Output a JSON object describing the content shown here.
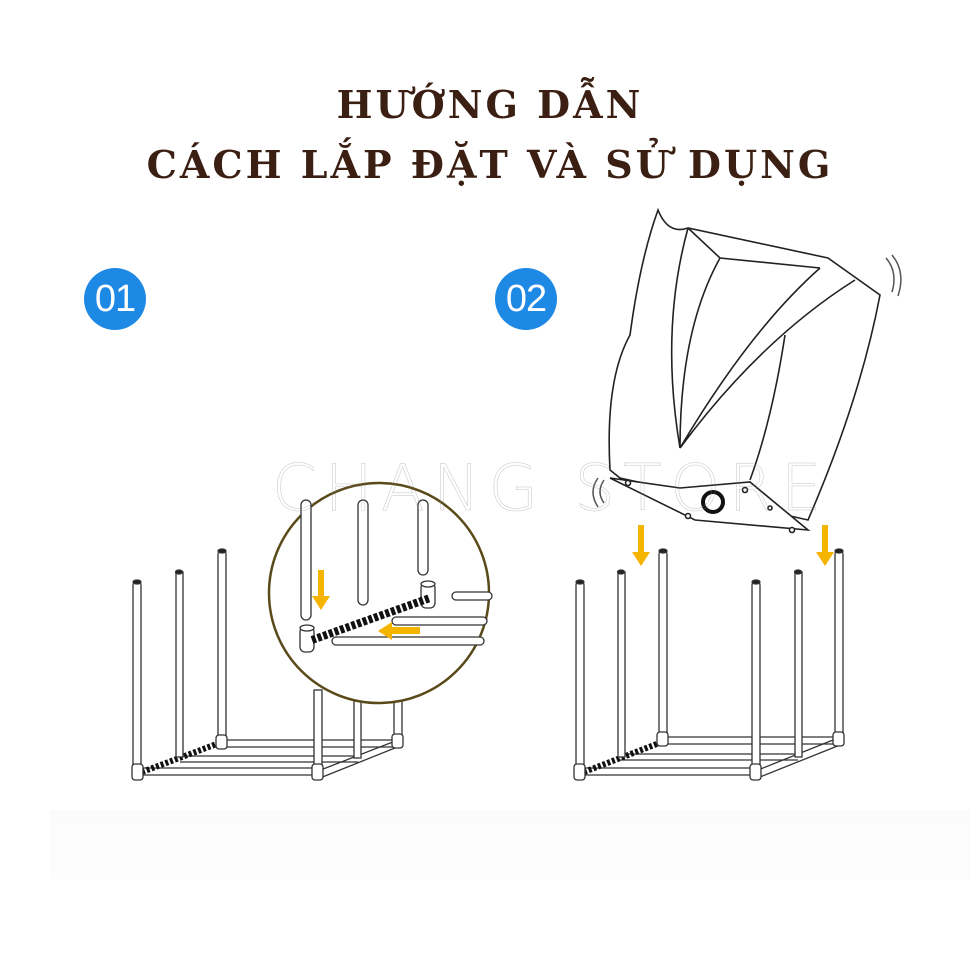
{
  "header": {
    "title_line1": "HƯỚNG DẪN",
    "title_line2": "CÁCH LẮP ĐẶT VÀ SỬ DỤNG",
    "title_color": "#3a1f12"
  },
  "steps": [
    {
      "number": "01",
      "badge_color": "#1e88e5",
      "description_icon": "frame-base-assembly-with-zoom-detail"
    },
    {
      "number": "02",
      "badge_color": "#1e88e5",
      "description_icon": "fabric-cover-lowered-onto-frame"
    }
  ],
  "watermark": {
    "text": "CHANG STORE"
  },
  "colors": {
    "arrow": "#f5b400",
    "line": "#222222",
    "zoom_circle": "#5a4a1a"
  }
}
